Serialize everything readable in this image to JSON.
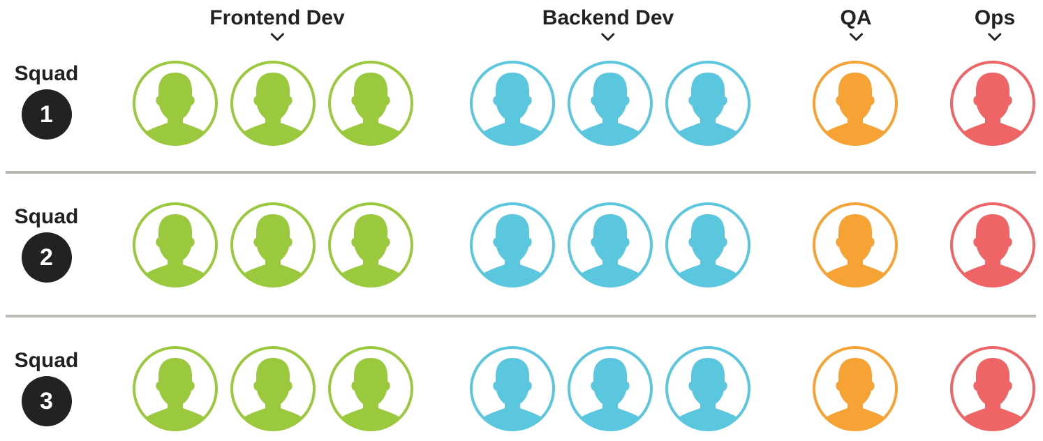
{
  "roles": [
    {
      "name": "Frontend Dev",
      "color": "#9ac93e",
      "count": 3,
      "icon": "person-icon"
    },
    {
      "name": "Backend Dev",
      "color": "#5bc7df",
      "count": 3,
      "icon": "person-icon"
    },
    {
      "name": "QA",
      "color": "#f7a234",
      "count": 1,
      "icon": "person-icon"
    },
    {
      "name": "Ops",
      "color": "#ef6464",
      "count": 1,
      "icon": "person-icon"
    }
  ],
  "chevron_icon": "chevron-down-icon",
  "squads": [
    {
      "label": "Squad",
      "number": "1"
    },
    {
      "label": "Squad",
      "number": "2"
    },
    {
      "label": "Squad",
      "number": "3"
    }
  ],
  "colors": {
    "text": "#222222",
    "badge": "#222222",
    "divider": "#b9b9b4"
  }
}
